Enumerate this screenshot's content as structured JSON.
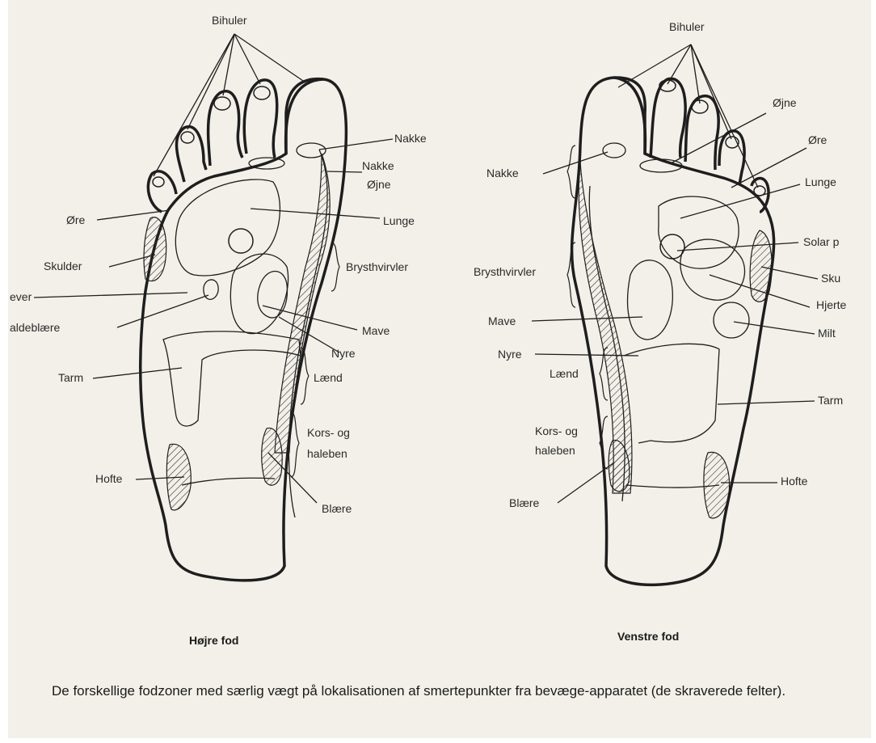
{
  "right_foot": {
    "title": "Højre fod",
    "labels": {
      "bihuler": "Bihuler",
      "nakke": "Nakke",
      "nakke2": "Nakke",
      "ojne": "Øjne",
      "ore": "Øre",
      "lunge": "Lunge",
      "skulder": "Skulder",
      "brysthvirvler": "Brysthvirvler",
      "lever": "ever",
      "galdeblaere": "aldeblære",
      "mave": "Mave",
      "nyre": "Nyre",
      "tarm": "Tarm",
      "laend": "Lænd",
      "kors": "Kors- og",
      "haleben": "haleben",
      "hofte": "Hofte",
      "blaere": "Blære"
    }
  },
  "left_foot": {
    "title": "Venstre fod",
    "labels": {
      "bihuler": "Bihuler",
      "ojne": "Øjne",
      "ore": "Øre",
      "nakke": "Nakke",
      "lunge": "Lunge",
      "solar": "Solar p",
      "skulder": "Sku",
      "brysthvirvler": "Brysthvirvler",
      "hjerte": "Hjerte",
      "mave": "Mave",
      "milt": "Milt",
      "nyre": "Nyre",
      "laend": "Lænd",
      "tarm": "Tarm",
      "kors": "Kors- og",
      "haleben": "haleben",
      "hofte": "Hofte",
      "blaere": "Blære"
    }
  },
  "caption": "De forskellige fodzoner med særlig vægt på lokalisationen af smertepunkter fra bevæge-apparatet (de skraverede felter)."
}
